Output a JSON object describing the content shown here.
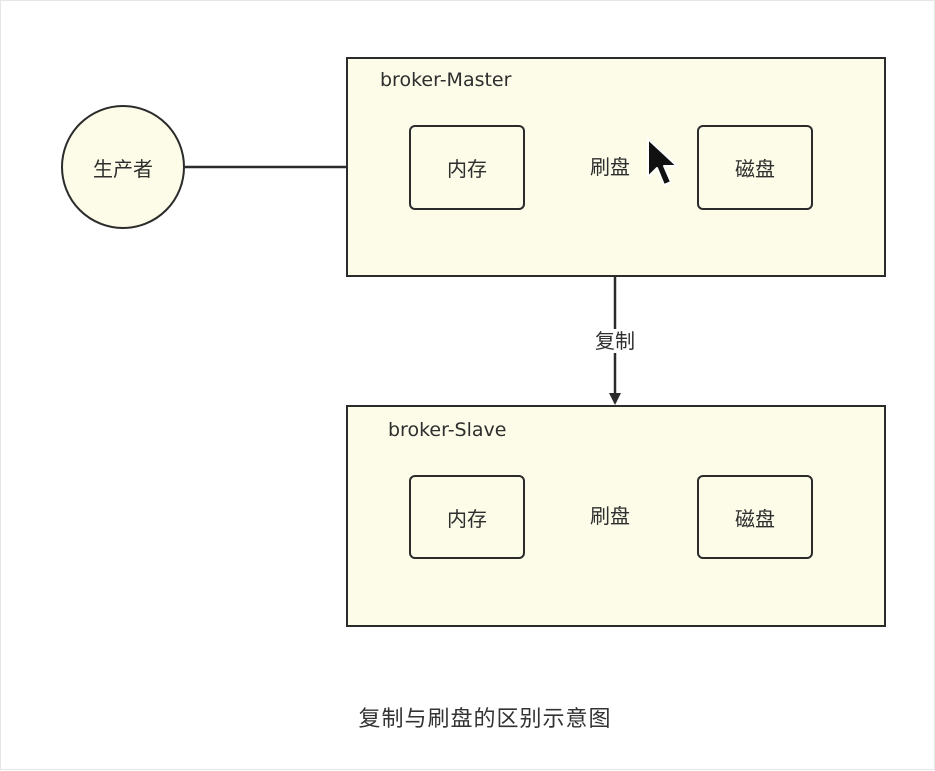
{
  "producer": {
    "label": "生产者"
  },
  "master": {
    "title": "broker-Master",
    "memory_label": "内存",
    "disk_label": "磁盘",
    "flush_label": "刷盘"
  },
  "replication": {
    "label": "复制"
  },
  "slave": {
    "title": "broker-Slave",
    "memory_label": "内存",
    "disk_label": "磁盘",
    "flush_label": "刷盘"
  },
  "caption": "复制与刷盘的区别示意图",
  "colors": {
    "node_fill": "#fcfce8",
    "stroke": "#2b2b2b",
    "text": "#2e2e2e"
  }
}
